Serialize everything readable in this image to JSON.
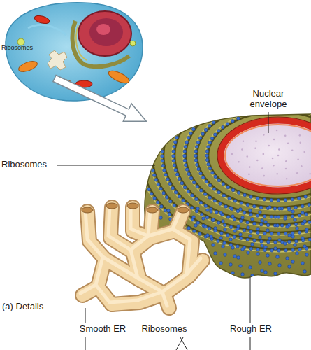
{
  "diagram": {
    "labels": [
      "Ribosomes",
      "Nuclear envelope",
      "Ribosomes",
      "(a) Details",
      "Smooth ER",
      "Ribosomes",
      "Rough ER"
    ]
  }
}
